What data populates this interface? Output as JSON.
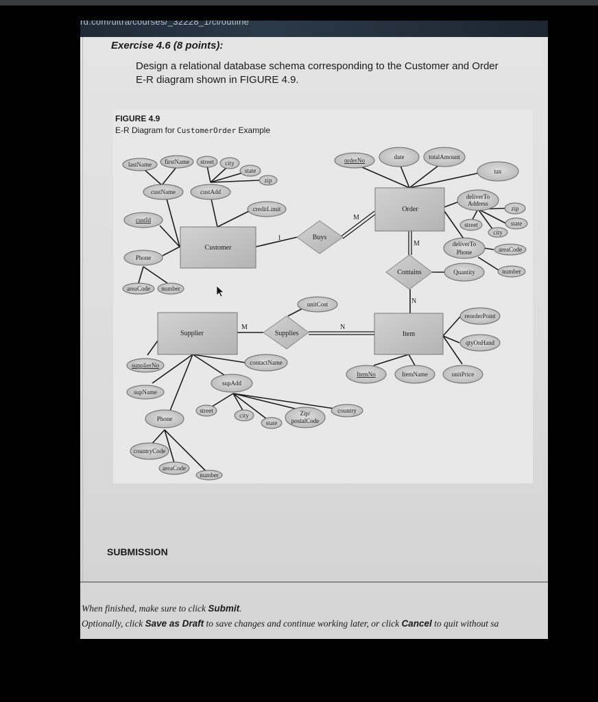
{
  "browser": {
    "url_fragment": "rd.com/ultra/courses/_32228_1/cl/outline"
  },
  "exercise": {
    "title": "Exercise 4.6 (8 points):",
    "description": "Design a relational database schema corresponding to the Customer and Order E-R diagram shown in FIGURE 4.9."
  },
  "figure": {
    "label": "FIGURE 4.9",
    "caption_prefix": "E-R Diagram for ",
    "caption_mono": "CustomerOrder",
    "caption_suffix": " Example",
    "entities": {
      "customer": "Customer",
      "order": "Order",
      "supplier": "Supplier",
      "item": "Item"
    },
    "relationships": {
      "buys": "Buys",
      "contains": "Contains",
      "supplies": "Supplies"
    },
    "cardinalities": {
      "buys_customer": "1",
      "buys_order": "M",
      "contains_order": "M",
      "contains_item": "N",
      "supplies_supplier": "M",
      "supplies_item": "N"
    },
    "attributes": {
      "customer": {
        "lastName": "lastName",
        "firstName": "firstName",
        "custName": "custName",
        "street": "street",
        "city": "city",
        "state": "state",
        "zip": "zip",
        "custAdd": "custAdd",
        "creditLimit": "creditLimit",
        "custId": "custId",
        "phone": "Phone",
        "areaCode": "areaCode",
        "number": "number"
      },
      "order": {
        "orderNo": "orderNo",
        "date": "date",
        "totalAmount": "totalAmount",
        "tax": "tax",
        "deliverToAddress_1": "deliverTo",
        "deliverToAddress_2": "Address",
        "zip": "zip",
        "state": "state",
        "street": "street",
        "city": "city",
        "deliverToPhone_1": "deliverTo",
        "deliverToPhone_2": "Phone",
        "areaCode": "areaCode",
        "number": "number"
      },
      "contains": {
        "quantity": "Quantity"
      },
      "supplies": {
        "unitCost": "unitCost"
      },
      "item": {
        "reorderPoint": "reorderPoint",
        "qtyOnHand": "qtyOnHand",
        "itemNo": "ItemNo",
        "itemName": "ItemName",
        "unitPrice": "unitPrice"
      },
      "supplier": {
        "supplierNo": "supplierNo",
        "supName": "supName",
        "contactName": "contactName",
        "supAdd": "supAdd",
        "street": "street",
        "city": "city",
        "state": "state",
        "zip_1": "Zip/",
        "zip_2": "postalCode",
        "country": "country",
        "phone": "Phone",
        "countryCode": "countryCode",
        "areaCode": "areaCode",
        "number": "number"
      }
    }
  },
  "submission": {
    "heading": "SUBMISSION",
    "line1_pre": "When finished, make sure to click ",
    "line1_bold": "Submit",
    "line1_post": ".",
    "line2_pre": "Optionally, click ",
    "line2_bold1": "Save as Draft",
    "line2_mid": " to save changes and continue working later, or click ",
    "line2_bold2": "Cancel",
    "line2_post": " to quit without sa"
  },
  "colors": {
    "background": "#000000",
    "page": "#e0e0e0",
    "entity_fill": "#c4c4c4",
    "attribute_fill": "#c8c8c8"
  }
}
